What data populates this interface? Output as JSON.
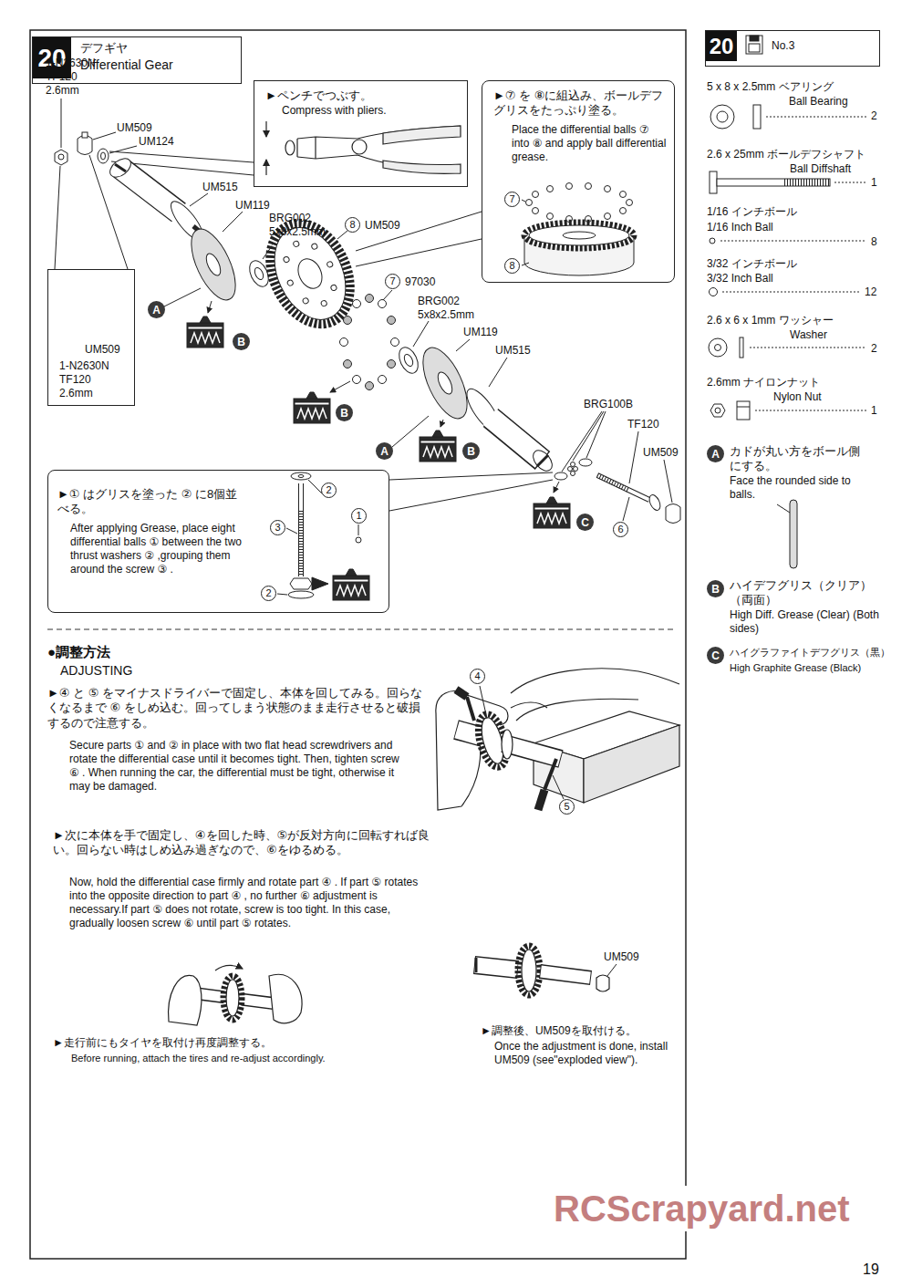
{
  "diagram": {
    "nodes": [
      {
        "text": [
          "20",
          "デフギヤ",
          "Differential Gear"
        ]
      },
      {
        "text": [
          "20",
          "No.3"
        ]
      },
      {
        "text": [
          "►ペンチでつぶす。",
          "Compress with pliers."
        ]
      },
      {
        "text": [
          "►⑦ を ⑧に組込み、ボールデフグリスをたっぷり塗る。",
          "Place the differential balls ⑦ into ⑧ and apply ball differential grease."
        ]
      },
      {
        "text": [
          "UM509",
          "1-N2630N TF120 2.6mm"
        ]
      },
      {
        "text": [
          "►① はグリスを塗った ② に8個並べる。",
          "After applying Grease, place eight differential balls ① between the two thrust washers ② ,grouping them around the screw ③ ."
        ]
      }
    ],
    "labels": [
      "1-N2630N TF120 2.6mm",
      "UM509",
      "UM124",
      "UM515",
      "UM119",
      "BRG002 5x8x2.5mm",
      "8",
      "UM509",
      "7",
      "97030",
      "BRG002 5x8x2.5mm",
      "UM119",
      "UM515",
      "A",
      "B",
      "B",
      "BRG100B",
      "TF120",
      "UM509",
      "A",
      "B",
      "C",
      "6",
      "7",
      "8",
      "2",
      "1",
      "3",
      "2",
      "●調整方法",
      "ADJUSTING",
      "►④ と ⑤ をマイナスドライバーで固定し、本体を回してみる。回らなくなるまで ⑥ をしめ込む。回ってしまう状態のまま走行させると破損するので注意する。",
      "Secure parts ① and ② in place with two flat head screwdrivers and rotate the differential case until it becomes tight. Then, tighten screw ⑥ . When running the car, the differential must be tight, otherwise it may be damaged.",
      "►次に本体を手で固定し、④を回した時、⑤が反対方向に回転すれば良い。回らない時はしめ込み過ぎなので、⑥をゆるめる。",
      "Now, hold the differential case firmly and rotate part ④ . If part ⑤ rotates into the opposite direction to part ④ , no further ⑥ adjustment is necessary.If part ⑤ does not rotate, screw is too tight. In this case, gradually loosen screw ⑥ until part ⑤ rotates.",
      "4",
      "5",
      "►走行前にもタイヤを取付け再度調整する。",
      "Before running, attach the tires and re-adjust accordingly.",
      "UM509",
      "►調整後、UM509を取付ける。",
      "Once the adjustment is done, install UM509 (see\"exploded view\").",
      "5 x 8 x 2.5mm ベアリング",
      "Ball Bearing",
      "2",
      "2.6 x 25mm ボールデフシャフト",
      "Ball Diffshaft",
      "1",
      "1/16 インチボール",
      "1/16 Inch Ball",
      "8",
      "3/32 インチボール",
      "3/32 Inch Ball",
      "12",
      "2.6 x 6 x 1mm ワッシャー",
      "Washer",
      "2",
      "2.6mm ナイロンナット",
      "Nylon Nut",
      "1",
      "A",
      "カドが丸い方をボール側にする。",
      "Face the rounded side to balls.",
      "B",
      "ハイデフグリス（クリア）（両面）",
      "High Diff. Grease (Clear) (Both sides)",
      "C",
      "ハイグラファイトデフグリス（黒）",
      "High Graphite Grease (Black)",
      "RCScrapyard.net",
      "19"
    ]
  }
}
